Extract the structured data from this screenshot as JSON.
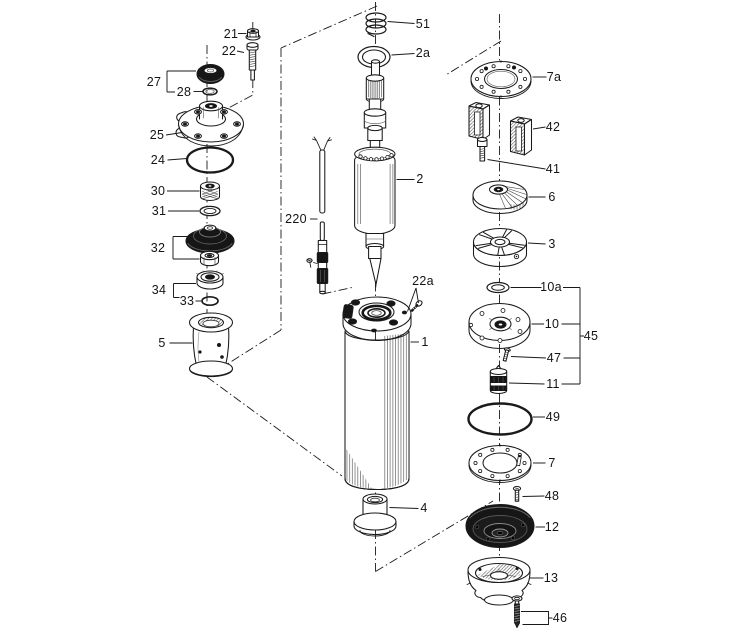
{
  "diagram": {
    "kind": "exploded-parts-diagram",
    "subject": "submersible pump motor assembly",
    "background_color": "#ffffff",
    "line_color": "#1a1a1a"
  },
  "labels": {
    "n21": "21",
    "n22": "22",
    "n27": "27",
    "n28": "28",
    "n25": "25",
    "n24": "24",
    "n30": "30",
    "n31": "31",
    "n32": "32",
    "n34": "34",
    "n33": "33",
    "n5": "5",
    "n220": "220",
    "n51": "51",
    "n2a": "2a",
    "n2": "2",
    "n22a": "22a",
    "n1": "1",
    "n4": "4",
    "n7a": "7a",
    "n42": "42",
    "n41": "41",
    "n6": "6",
    "n3": "3",
    "n10a": "10a",
    "n10": "10",
    "n45": "45",
    "n47": "47",
    "n11": "11",
    "n49": "49",
    "n7": "7",
    "n48": "48",
    "n12": "12",
    "n13": "13",
    "n46": "46"
  }
}
